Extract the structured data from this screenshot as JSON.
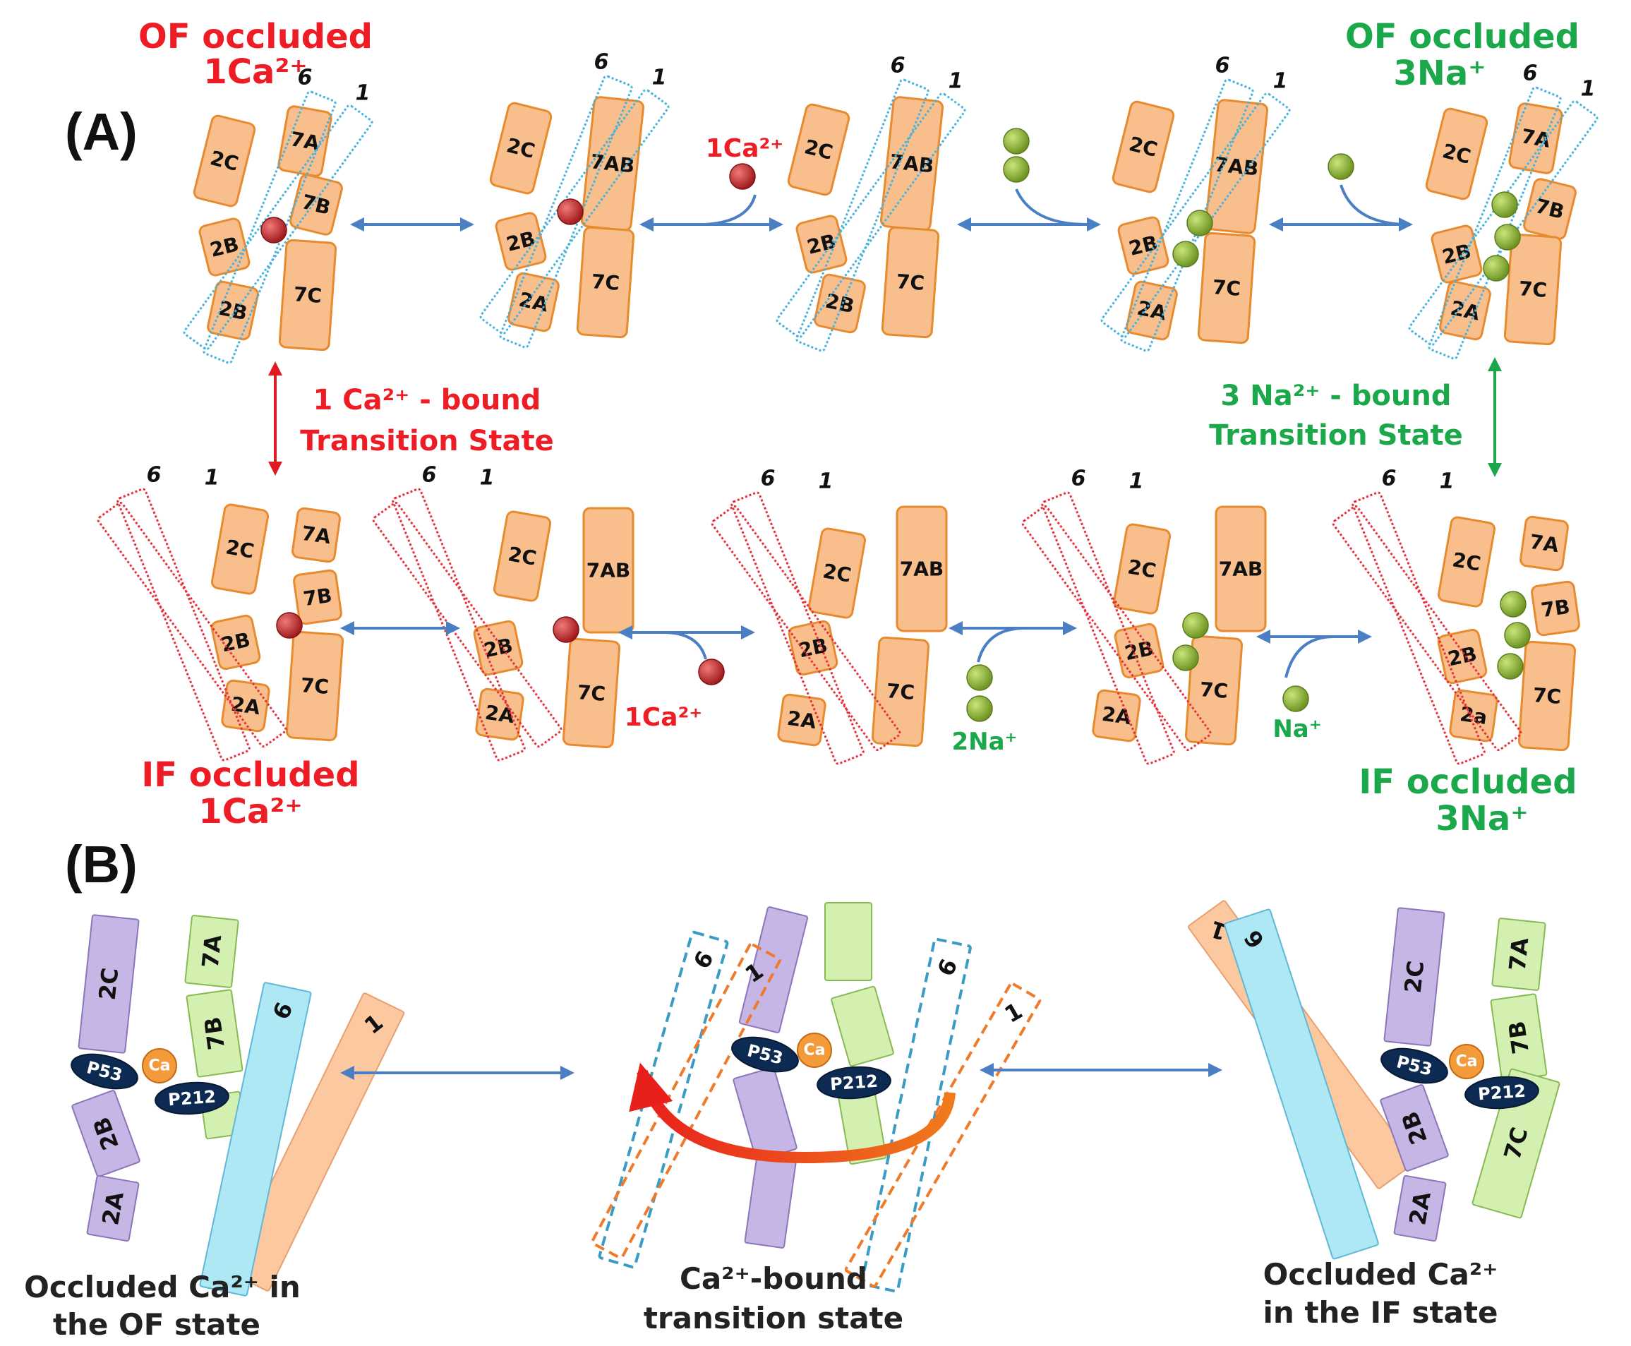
{
  "panel_labels": {
    "a": "(A)",
    "b": "(B)"
  },
  "labels": {
    "of_ca_title": "OF occluded",
    "of_ca_sub": "1Ca²⁺",
    "of_na_title": "OF occluded",
    "of_na_sub": "3Na⁺",
    "if_ca_title": "IF occluded",
    "if_ca_sub": "1Ca²⁺",
    "if_na_title": "IF occluded",
    "if_na_sub": "3Na⁺",
    "ts_ca_line1": "1 Ca²⁺ - bound",
    "ts_ca_line2": "Transition State",
    "ts_na_line1": "3 Na²⁺ - bound",
    "ts_na_line2": "Transition State",
    "ca_ion_top": "1Ca²⁺",
    "ca_ion_bottom": "1Ca²⁺",
    "na_ion_bottom1": "2Na⁺",
    "na_ion_bottom2": "Na⁺",
    "b_left_1": "Occluded Ca²⁺ in",
    "b_left_2": "the OF state",
    "b_mid_1": "Ca²⁺-bound",
    "b_mid_2": "transition state",
    "b_right_1": "Occluded Ca²⁺",
    "b_right_2": "in the IF state"
  },
  "helix_names": {
    "h2C": "2C",
    "h2B": "2B",
    "h2A": "2A",
    "h2a": "2a",
    "h7A": "7A",
    "h7B": "7B",
    "h7C": "7C",
    "h7AB": "7AB",
    "h6": "6",
    "h1": "1"
  },
  "site_labels": {
    "p53": "P53",
    "p212": "P212",
    "ca": "Ca"
  },
  "colors": {
    "helix_orange": "#f8be8c",
    "helix_border": "#e88a2e",
    "of_box": "#45b3de",
    "if_box": "#e8303a",
    "ca_ion": "#c0282a",
    "na_ion": "#8cb532",
    "arrow": "#4a7fc4",
    "red_text": "#ee1c24",
    "green_text": "#1aa84a",
    "purple": "#c6b6e6",
    "light_green": "#d4f0b0",
    "cyan": "#aee8f5",
    "peach": "#fcc8a0",
    "navy": "#0d2a52",
    "ca_orange": "#f39a3a"
  }
}
